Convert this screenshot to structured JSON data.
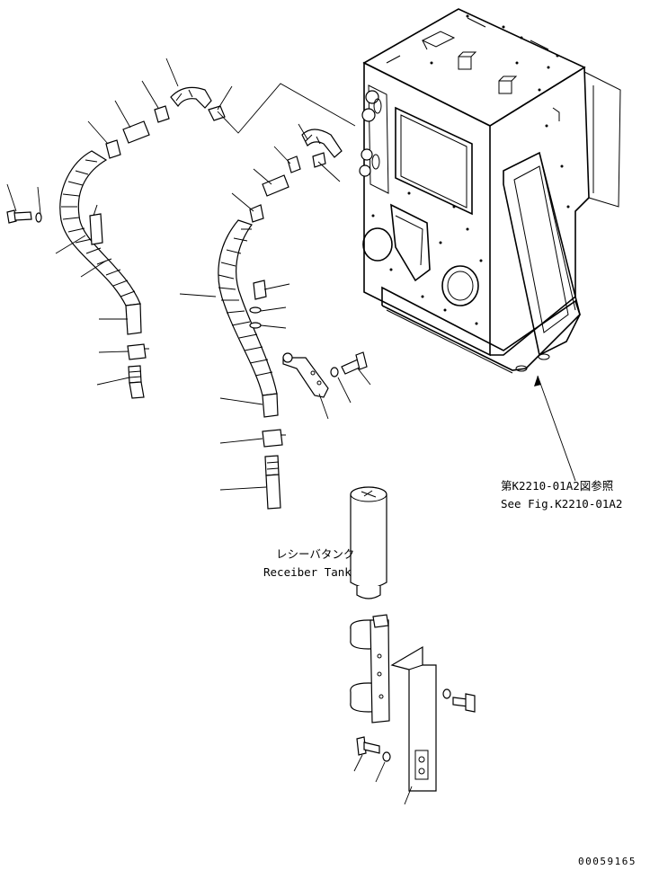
{
  "labels": {
    "ref_jp": "第K2210-01A2図参照",
    "ref_en": "See Fig.K2210-01A2",
    "tank_jp": "レシーバタンク",
    "tank_en": "Receiber Tank",
    "drawing_number": "00059165"
  }
}
